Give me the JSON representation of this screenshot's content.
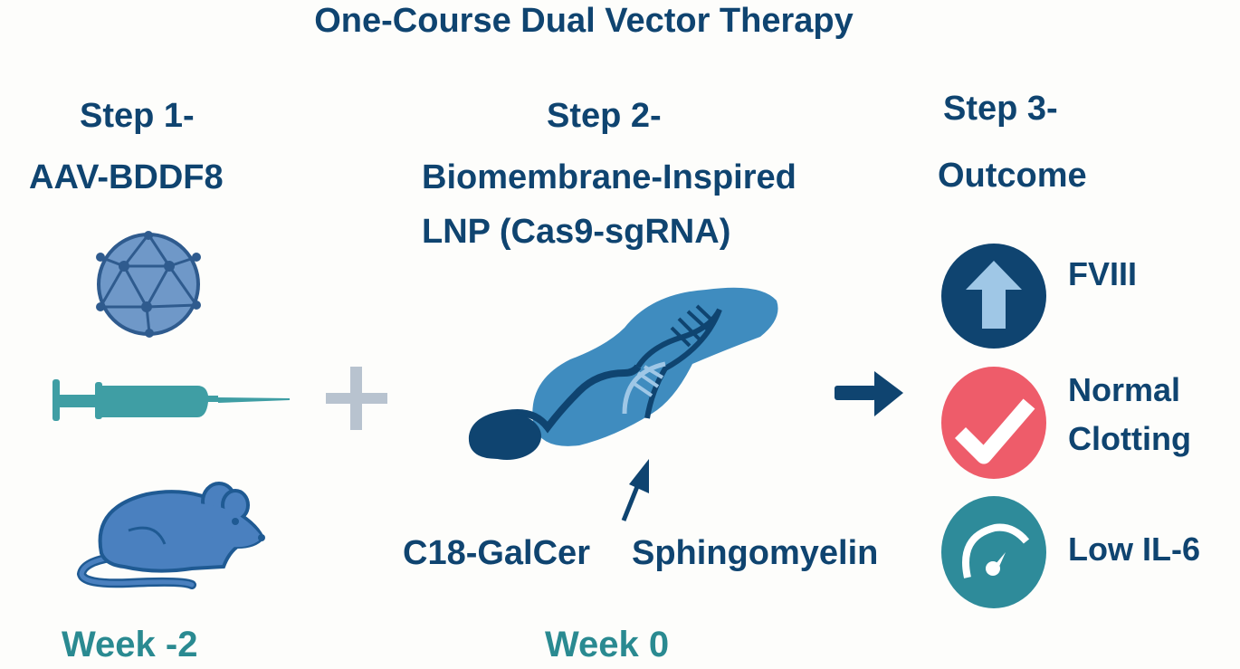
{
  "title": "One-Course Dual Vector Therapy",
  "steps": [
    {
      "heading": "Step 1-",
      "subtitle": "AAV-BDDF8",
      "week": "Week -2",
      "icons": [
        "aav-capsid-icon",
        "syringe-icon",
        "mouse-icon"
      ]
    },
    {
      "heading": "Step 2-",
      "subtitle_lines": [
        "Biomembrane-Inspired",
        "LNP (Cas9-sgRNA)"
      ],
      "week": "Week 0",
      "icons": [
        "lnp-dna-icon",
        "pointer-arrow-icon"
      ],
      "components": [
        "C18-GalCer",
        "Sphingomyelin"
      ]
    },
    {
      "heading": "Step 3-",
      "subtitle": "Outcome",
      "outcomes": [
        {
          "label_lines": [
            "FVIII"
          ],
          "icon": "up-arrow-icon",
          "color": "#0f4470"
        },
        {
          "label_lines": [
            "Normal",
            "Clotting"
          ],
          "icon": "checkmark-icon",
          "color": "#ee5c6a"
        },
        {
          "label_lines": [
            "Low IL-6"
          ],
          "icon": "gauge-icon",
          "color": "#2e8b9a"
        }
      ]
    }
  ],
  "connectors": {
    "plus": "plus-icon",
    "arrow": "right-arrow-icon"
  },
  "colors": {
    "navy": "#0f4470",
    "teal_text": "#2a8a91",
    "capsid": "#6f98c8",
    "syringe": "#3f9ea4",
    "mouse": "#4a80bf",
    "plus": "#b8c3cf",
    "lnp": "#3f8cbf",
    "red": "#ee5c6a",
    "teal_circle": "#2e8b9a"
  }
}
